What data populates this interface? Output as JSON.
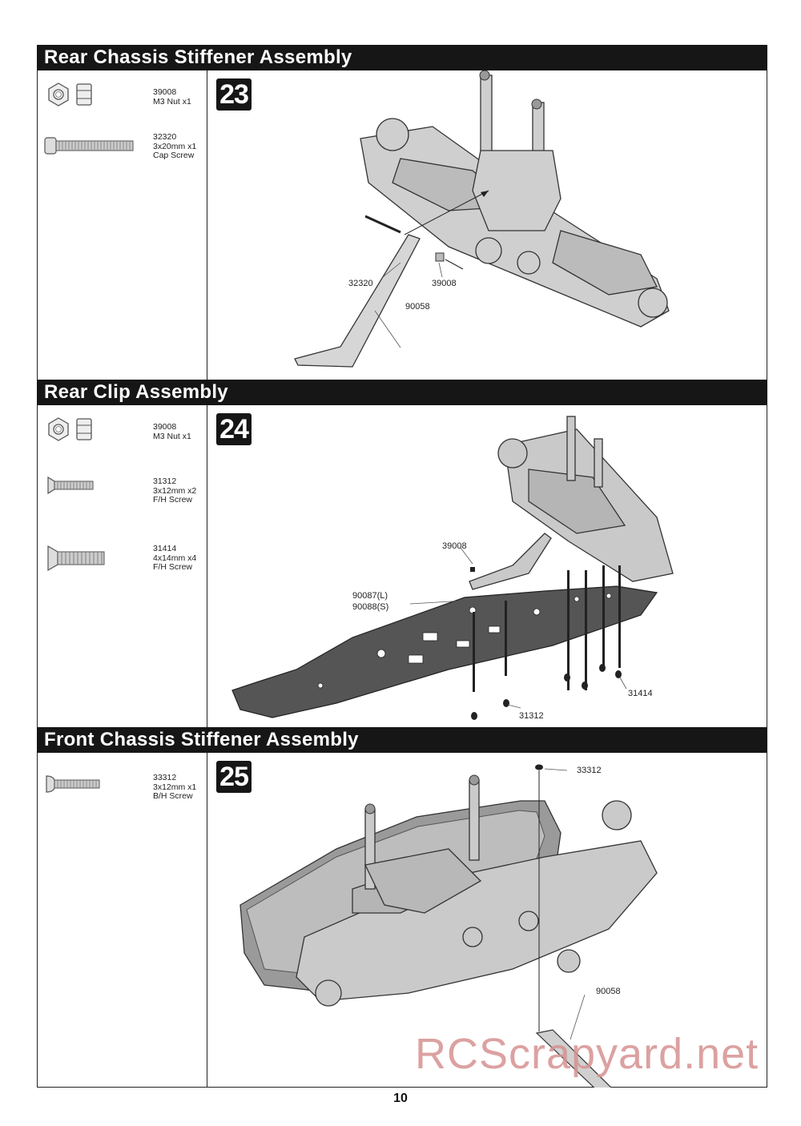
{
  "sections": [
    {
      "title": "Rear Chassis Stiffener Assembly",
      "step": "23",
      "parts": [
        {
          "code": "39008",
          "desc": "M3 Nut x1"
        },
        {
          "code": "32320",
          "desc": "3x20mm x1",
          "desc2": "Cap Screw"
        }
      ],
      "callouts": [
        "32320",
        "39008",
        "90058"
      ]
    },
    {
      "title": "Rear Clip Assembly",
      "step": "24",
      "parts": [
        {
          "code": "39008",
          "desc": "M3 Nut x1"
        },
        {
          "code": "31312",
          "desc": "3x12mm x2",
          "desc2": "F/H Screw"
        },
        {
          "code": "31414",
          "desc": "4x14mm x4",
          "desc2": "F/H Screw"
        }
      ],
      "callouts": [
        "39008",
        "90087(L)",
        "90088(S)",
        "31414",
        "31312"
      ]
    },
    {
      "title": "Front Chassis Stiffener Assembly",
      "step": "25",
      "parts": [
        {
          "code": "33312",
          "desc": "3x12mm x1",
          "desc2": "B/H Screw"
        }
      ],
      "callouts": [
        "33312",
        "90058"
      ]
    }
  ],
  "page_number": "10",
  "watermark": "RCScrapyard.net",
  "icons": [
    "hex-nut-icon",
    "cap-screw-icon",
    "flat-head-screw-icon",
    "button-head-screw-icon"
  ]
}
